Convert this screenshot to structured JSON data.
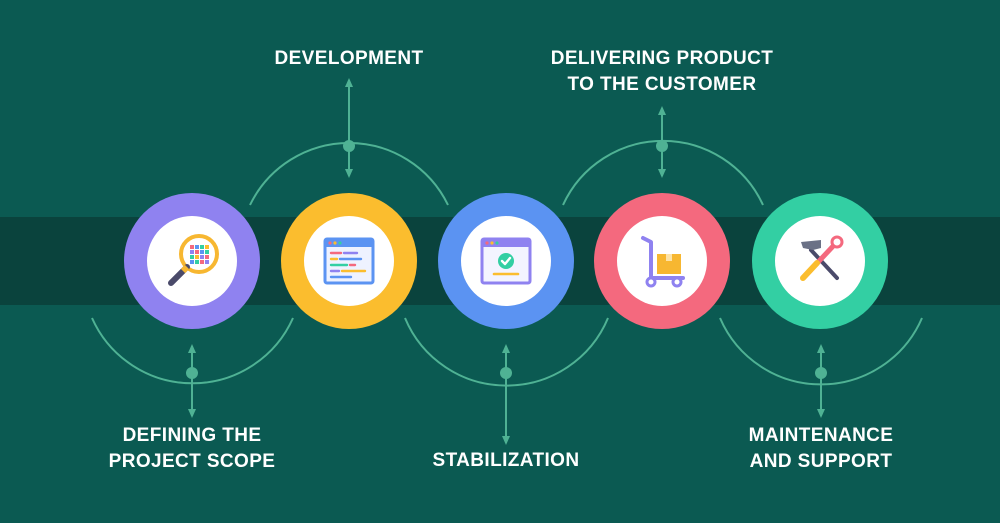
{
  "stages": [
    {
      "id": "defining",
      "lines": [
        "DEFINING THE",
        "PROJECT SCOPE"
      ],
      "color": "#8f82f0",
      "icon": "magnifier-grid-icon"
    },
    {
      "id": "development",
      "lines": [
        "DEVELOPMENT"
      ],
      "color": "#fbbd2e",
      "icon": "code-window-icon"
    },
    {
      "id": "stabilization",
      "lines": [
        "STABILIZATION"
      ],
      "color": "#5b93f2",
      "icon": "checkmark-window-icon"
    },
    {
      "id": "delivering",
      "lines": [
        "DELIVERING PRODUCT",
        "TO THE CUSTOMER"
      ],
      "color": "#f4697e",
      "icon": "hand-truck-box-icon"
    },
    {
      "id": "maintenance",
      "lines": [
        "MAINTENANCE",
        "AND SUPPORT"
      ],
      "color": "#33cfa3",
      "icon": "wrench-hammer-icon"
    }
  ],
  "colors": {
    "background": "#0b5a52",
    "band": "#0a433d",
    "connector": "#4fb294"
  }
}
